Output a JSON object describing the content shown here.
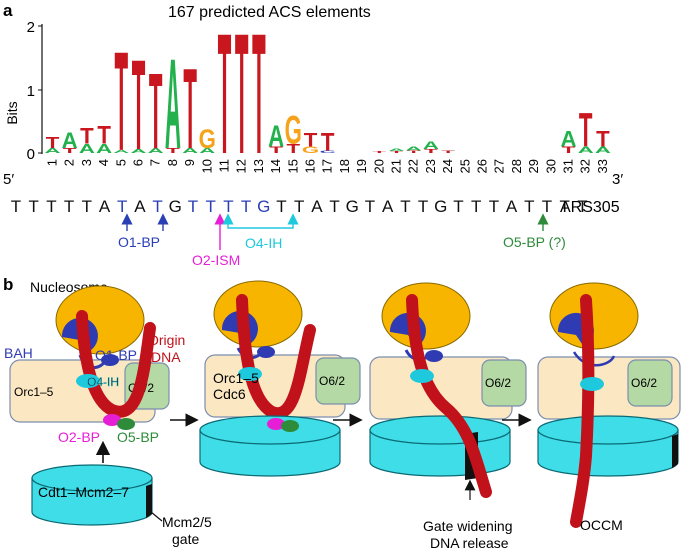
{
  "panel_a": {
    "label": "a",
    "title": "167 predicted ACS elements",
    "y_axis": {
      "label": "Bits",
      "ticks": [
        "2",
        "1",
        "0"
      ]
    },
    "positions": [
      "1",
      "2",
      "3",
      "4",
      "5",
      "6",
      "7",
      "8",
      "9",
      "10",
      "11",
      "12",
      "13",
      "14",
      "15",
      "16",
      "17",
      "18",
      "19",
      "20",
      "21",
      "22",
      "23",
      "24",
      "25",
      "26",
      "27",
      "28",
      "29",
      "30",
      "31",
      "32",
      "33"
    ],
    "five_prime": "5′",
    "three_prime": "3′",
    "sequence": [
      "T",
      "T",
      "T",
      "T",
      "T",
      "A",
      "T",
      "A",
      "T",
      "G",
      "T",
      "T",
      "T",
      "T",
      "G",
      "T",
      "T",
      "A",
      "T",
      "G",
      "T",
      "A",
      "T",
      "T",
      "G",
      "T",
      "T",
      "T",
      "A",
      "T",
      "T",
      "T",
      "T"
    ],
    "sequence_name": "ARS305",
    "annotations": {
      "o1_bp": "O1-BP",
      "o2_ism": "O2-ISM",
      "o4_ih": "O4-IH",
      "o5_bp": "O5-BP (?)"
    },
    "logo_letters": [
      {
        "pos": 1,
        "stack": [
          {
            "b": "A",
            "bits": 0.08
          },
          {
            "b": "T",
            "bits": 0.18
          }
        ]
      },
      {
        "pos": 2,
        "stack": [
          {
            "b": "T",
            "bits": 0.08
          },
          {
            "b": "A",
            "bits": 0.25
          }
        ]
      },
      {
        "pos": 3,
        "stack": [
          {
            "b": "A",
            "bits": 0.15
          },
          {
            "b": "T",
            "bits": 0.25
          }
        ]
      },
      {
        "pos": 4,
        "stack": [
          {
            "b": "A",
            "bits": 0.15
          },
          {
            "b": "T",
            "bits": 0.28
          }
        ]
      },
      {
        "pos": 5,
        "stack": [
          {
            "b": "A",
            "bits": 0.05
          },
          {
            "b": "T",
            "bits": 1.6
          }
        ]
      },
      {
        "pos": 6,
        "stack": [
          {
            "b": "A",
            "bits": 0.06
          },
          {
            "b": "T",
            "bits": 1.45
          }
        ]
      },
      {
        "pos": 7,
        "stack": [
          {
            "b": "A",
            "bits": 0.08
          },
          {
            "b": "T",
            "bits": 1.22
          }
        ]
      },
      {
        "pos": 8,
        "stack": [
          {
            "b": "T",
            "bits": 0.08
          },
          {
            "b": "A",
            "bits": 1.45
          }
        ]
      },
      {
        "pos": 9,
        "stack": [
          {
            "b": "A",
            "bits": 0.08
          },
          {
            "b": "T",
            "bits": 1.3
          }
        ]
      },
      {
        "pos": 10,
        "stack": [
          {
            "b": "A",
            "bits": 0.08
          },
          {
            "b": "G",
            "bits": 0.3
          }
        ]
      },
      {
        "pos": 11,
        "stack": [
          {
            "b": "T",
            "bits": 1.95
          }
        ]
      },
      {
        "pos": 12,
        "stack": [
          {
            "b": "T",
            "bits": 1.95
          }
        ]
      },
      {
        "pos": 13,
        "stack": [
          {
            "b": "T",
            "bits": 1.95
          }
        ]
      },
      {
        "pos": 14,
        "stack": [
          {
            "b": "T",
            "bits": 0.1
          },
          {
            "b": "A",
            "bits": 0.35
          }
        ]
      },
      {
        "pos": 15,
        "stack": [
          {
            "b": "T",
            "bits": 0.15
          },
          {
            "b": "G",
            "bits": 0.45
          }
        ]
      },
      {
        "pos": 16,
        "stack": [
          {
            "b": "G",
            "bits": 0.1
          },
          {
            "b": "T",
            "bits": 0.22
          }
        ]
      },
      {
        "pos": 17,
        "stack": [
          {
            "b": "C",
            "bits": 0.04
          },
          {
            "b": "T",
            "bits": 0.28
          }
        ]
      },
      {
        "pos": 20,
        "stack": [
          {
            "b": "T",
            "bits": 0.03
          }
        ]
      },
      {
        "pos": 21,
        "stack": [
          {
            "b": "T",
            "bits": 0.03
          },
          {
            "b": "A",
            "bits": 0.04
          }
        ]
      },
      {
        "pos": 22,
        "stack": [
          {
            "b": "T",
            "bits": 0.04
          },
          {
            "b": "A",
            "bits": 0.06
          }
        ]
      },
      {
        "pos": 23,
        "stack": [
          {
            "b": "T",
            "bits": 0.06
          },
          {
            "b": "A",
            "bits": 0.12
          }
        ]
      },
      {
        "pos": 24,
        "stack": [
          {
            "b": "T",
            "bits": 0.04
          }
        ]
      },
      {
        "pos": 31,
        "stack": [
          {
            "b": "T",
            "bits": 0.1
          },
          {
            "b": "A",
            "bits": 0.25
          }
        ]
      },
      {
        "pos": 32,
        "stack": [
          {
            "b": "A",
            "bits": 0.1
          },
          {
            "b": "T",
            "bits": 0.55
          }
        ]
      },
      {
        "pos": 33,
        "stack": [
          {
            "b": "A",
            "bits": 0.1
          },
          {
            "b": "T",
            "bits": 0.25
          }
        ]
      }
    ]
  },
  "panel_b": {
    "label": "b",
    "nucleosome": "Nucleosome",
    "bah": "BAH",
    "o1_bp": "O1-BP",
    "origin_dna": [
      "Origin",
      "DNA"
    ],
    "o4_ih": "O4-IH",
    "orc1_5": "Orc1–5",
    "o6_2": "O6/2",
    "o2_bp": "O2-BP",
    "o5_bp": "O5-BP",
    "cdt1_mcm": "Cdt1–Mcm2–7",
    "mcm_gate": [
      "Mcm2/5",
      "gate"
    ],
    "orc_cdc6": [
      "Orc1–5",
      "Cdc6"
    ],
    "gate_widening": [
      "Gate widening",
      "DNA release"
    ],
    "occm": "OCCM"
  },
  "colors": {
    "A": "#22b14c",
    "T": "#c8171e",
    "G": "#f6a21a",
    "C": "#2a3fb5",
    "seq_blue": "#2a3fb5",
    "magenta": "#e61fd6",
    "cyan": "#1ec8dd",
    "green": "#2e8b3a",
    "nucleosome": "#f7b500",
    "bah": "#2f3bb3",
    "orc": "#fbe8c2",
    "o62": "#b5d9a4",
    "mcm": "#3fdde8",
    "dna": "#c1121c"
  }
}
